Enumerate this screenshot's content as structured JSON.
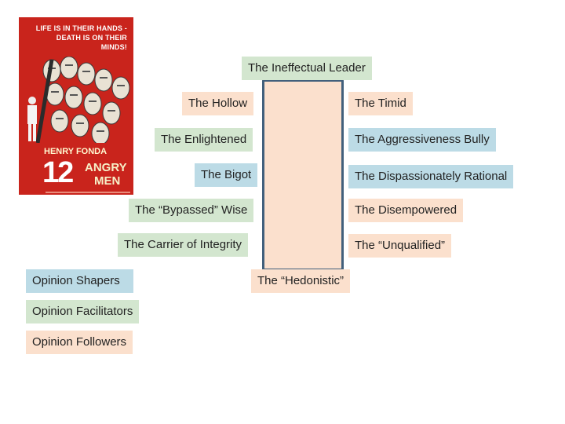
{
  "poster": {
    "tagline": "LIFE IS IN THEIR HANDS - DEATH IS ON THEIR MINDS!",
    "star": "HENRY FONDA",
    "number": "12",
    "title_word1": "ANGRY",
    "title_word2": "MEN"
  },
  "top_role": "The Ineffectual Leader",
  "left_roles": [
    "The Hollow",
    "The Enlightened",
    "The Bigot",
    "The “Bypassed” Wise",
    "The Carrier of Integrity"
  ],
  "right_roles": [
    "The Timid",
    "The Aggressiveness Bully",
    "The Dispassionately Rational",
    "The Disempowered",
    "The “Unqualified”"
  ],
  "bottom_role": "The “Hedonistic”",
  "legend": [
    {
      "label": "Opinion Shapers",
      "color": "#bcdbe6"
    },
    {
      "label": "Opinion Facilitators",
      "color": "#d3e6cf"
    },
    {
      "label": "Opinion Followers",
      "color": "#fbe0cd"
    }
  ],
  "colors": {
    "column_fill": "#fbe0cd",
    "column_border": "#42607c",
    "poster_red": "#c9241c"
  }
}
